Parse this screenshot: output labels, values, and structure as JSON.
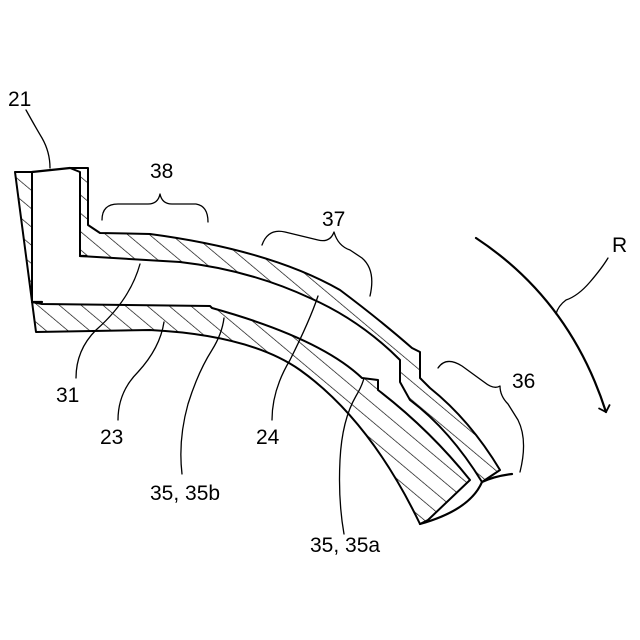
{
  "labels": {
    "l21": "21",
    "l38": "38",
    "l37": "37",
    "lR": "R",
    "l31": "31",
    "l23": "23",
    "l24": "24",
    "l36": "36",
    "l35b": "35, 35b",
    "l35a": "35, 35a"
  },
  "colors": {
    "line": "#000000",
    "background": "#ffffff"
  }
}
